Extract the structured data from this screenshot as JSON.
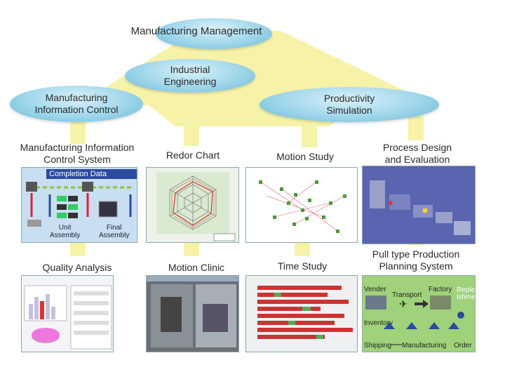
{
  "top": {
    "manufacturing_management": "Manufacturing Management",
    "industrial_engineering": [
      "Industrial",
      "Engineering"
    ],
    "manufacturing_information_control": [
      "Manufacturing",
      "Information Control"
    ],
    "productivity_simulation": [
      "Productivity",
      "Simulation"
    ]
  },
  "row1": {
    "mics_label": [
      "Manufacturing Information",
      "Control System"
    ],
    "redor_label": "Redor Chart",
    "motion_study_label": "Motion Study",
    "process_design_label": [
      "Process Design",
      "and Evaluation"
    ]
  },
  "mics_panel": {
    "completion_data": "Completion Data",
    "unit_assembly": [
      "Unit",
      "Assembly"
    ],
    "final_assembly": [
      "Final",
      "Assembly"
    ]
  },
  "row2": {
    "quality_label": "Quality Analysis",
    "motion_clinic_label": "Motion Clinic",
    "time_study_label": "Time Study",
    "pull_label": [
      "Pull type Production",
      "Planning System"
    ]
  },
  "pull_panel": {
    "vender": "Vender",
    "transport": "Transport",
    "factory": "Factory",
    "replenishment": [
      "Replen-",
      "ishment"
    ],
    "inventory": "Inventory",
    "shipping": "Shipping",
    "manufacturing": "Manufacturing",
    "order": "Order"
  },
  "colors": {
    "band_yellow": "#f6f2a8",
    "oval_blue": "#9fd6ea",
    "panel_blue": "#c9def0",
    "panel_green": "#9fd27a"
  }
}
